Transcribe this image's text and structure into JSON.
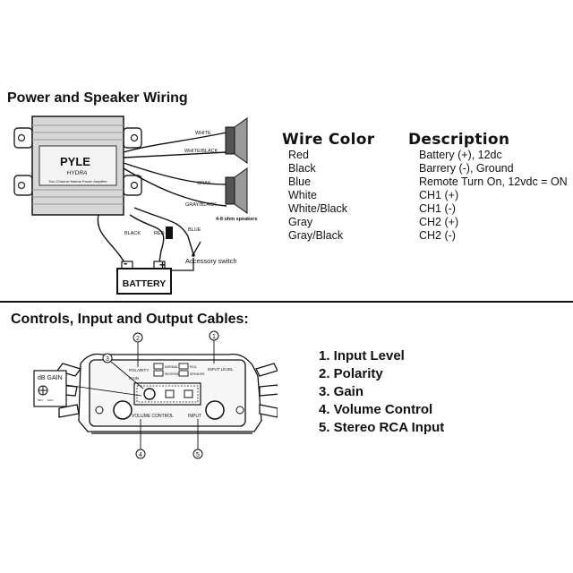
{
  "section1": {
    "title": "Power and Speaker Wiring",
    "amp": {
      "brand": "PYLE",
      "model": "HYDRA",
      "subtitle": "Two Channel Marine Power Amplifier"
    },
    "wire_labels": {
      "white": "WHITE",
      "white_black": "WHITE/BLACK",
      "gray": "GRAY",
      "gray_black": "GRAY/BLACK",
      "black": "BLACK",
      "red": "RED",
      "blue": "BLUE"
    },
    "speakers_label": "4-8 ohm speakers",
    "accessory_label": "Accessory switch",
    "battery": {
      "label": "BATTERY",
      "minus": "-",
      "plus": "+"
    },
    "table": {
      "col1_head": "Wire Color",
      "col2_head": "Description",
      "rows": [
        {
          "color": "Red",
          "desc": "Battery (+), 12dc"
        },
        {
          "color": "Black",
          "desc": "Barrery (-), Ground"
        },
        {
          "color": "Blue",
          "desc": "Remote Turn On, 12vdc = ON"
        },
        {
          "color": "White",
          "desc": "CH1 (+)"
        },
        {
          "color": "White/Black",
          "desc": "CH1 (-)"
        },
        {
          "color": "Gray",
          "desc": "CH2 (+)"
        },
        {
          "color": "Gray/Black",
          "desc": "CH2 (-)"
        }
      ]
    }
  },
  "section2": {
    "title": "Controls, Input and Output Cables:",
    "gain_box": {
      "label": "dB GAIN",
      "min": "MIN",
      "max": "MAX"
    },
    "panel_labels": {
      "polarity": "POLARITY",
      "gain": "GAIN",
      "normal": "NORMAL",
      "reverse": "REVERSE",
      "rca": "RCA",
      "speaker": "SPEAKER",
      "input_level": "INPUT LEVEL",
      "volume_control": "VOLUME CONTROL",
      "input": "INPUT"
    },
    "callouts": [
      "1",
      "2",
      "3",
      "4",
      "5"
    ],
    "list": [
      "1. Input Level",
      "2. Polarity",
      "3. Gain",
      "4. Volume Control",
      "5. Stereo RCA Input"
    ]
  }
}
